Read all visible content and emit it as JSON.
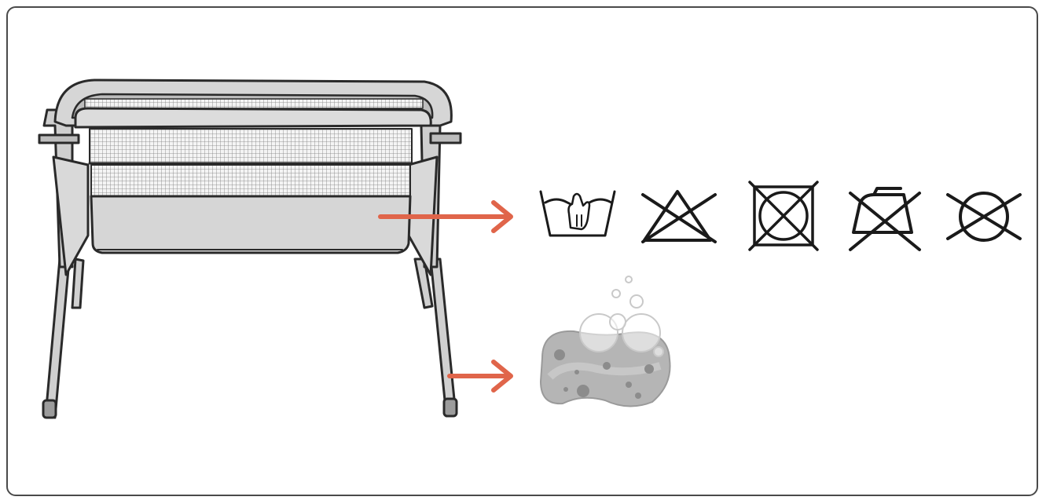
{
  "colors": {
    "outline": "#2a2a2a",
    "fabric": "#d6d6d6",
    "fabric_dark": "#bdbdbd",
    "mesh": "#8a8a8a",
    "arrow": "#e0654a",
    "sponge": "#b5b5b5",
    "sponge_dark": "#8c8c8c",
    "frame_border": "#4a4a4a"
  },
  "icons": {
    "bassinet": "bedside-crib-illustration",
    "care_symbols": [
      "hand-wash-icon",
      "do-not-bleach-icon",
      "do-not-tumble-dry-icon",
      "do-not-iron-icon",
      "do-not-dry-clean-icon"
    ],
    "sponge": "sponge-with-bubbles-icon",
    "arrows": [
      "arrow-to-care-symbols",
      "arrow-to-sponge"
    ]
  }
}
